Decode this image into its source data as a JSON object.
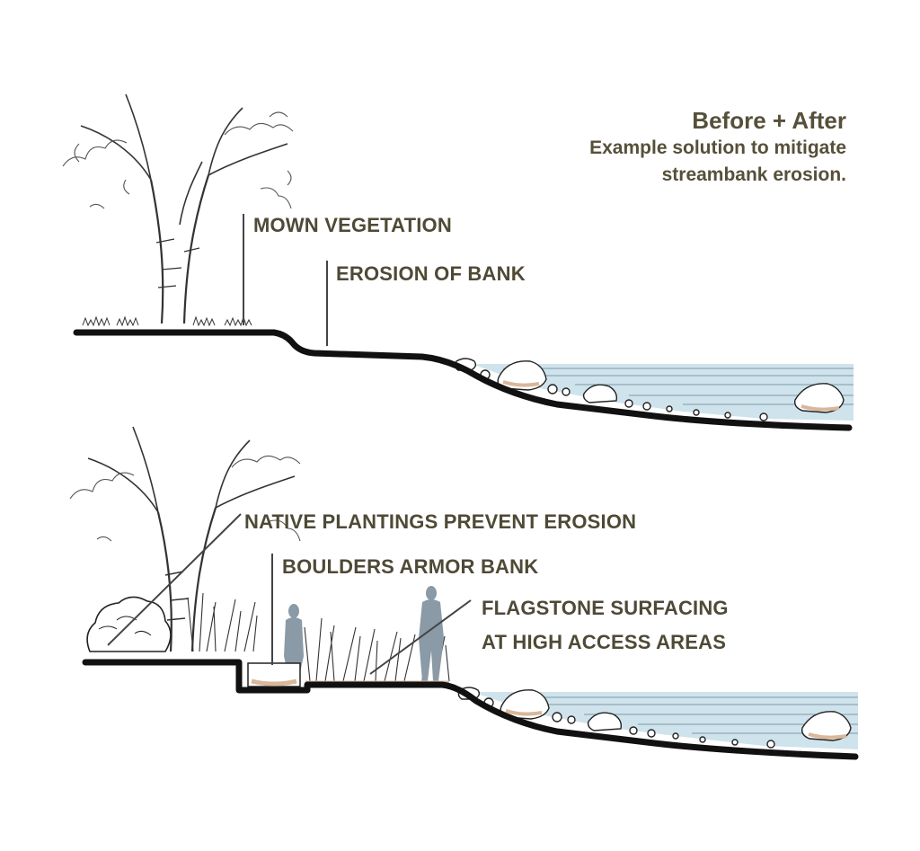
{
  "header": {
    "title": "Before + After",
    "subtitle_line1": "Example solution to mitigate",
    "subtitle_line2": "streambank erosion."
  },
  "before": {
    "labels": {
      "mown_vegetation": "MOWN VEGETATION",
      "erosion_of_bank": "EROSION OF BANK"
    }
  },
  "after": {
    "labels": {
      "native_plantings": "NATIVE PLANTINGS PREVENT EROSION",
      "boulders": "BOULDERS ARMOR BANK",
      "flagstone_line1": "FLAGSTONE SURFACING",
      "flagstone_line2": "AT HIGH ACCESS AREAS"
    }
  },
  "colors": {
    "label_text": "#4e4a36",
    "water": "#cfe3ec",
    "ground": "#111111",
    "boulder_shade": "#d9b79a"
  }
}
